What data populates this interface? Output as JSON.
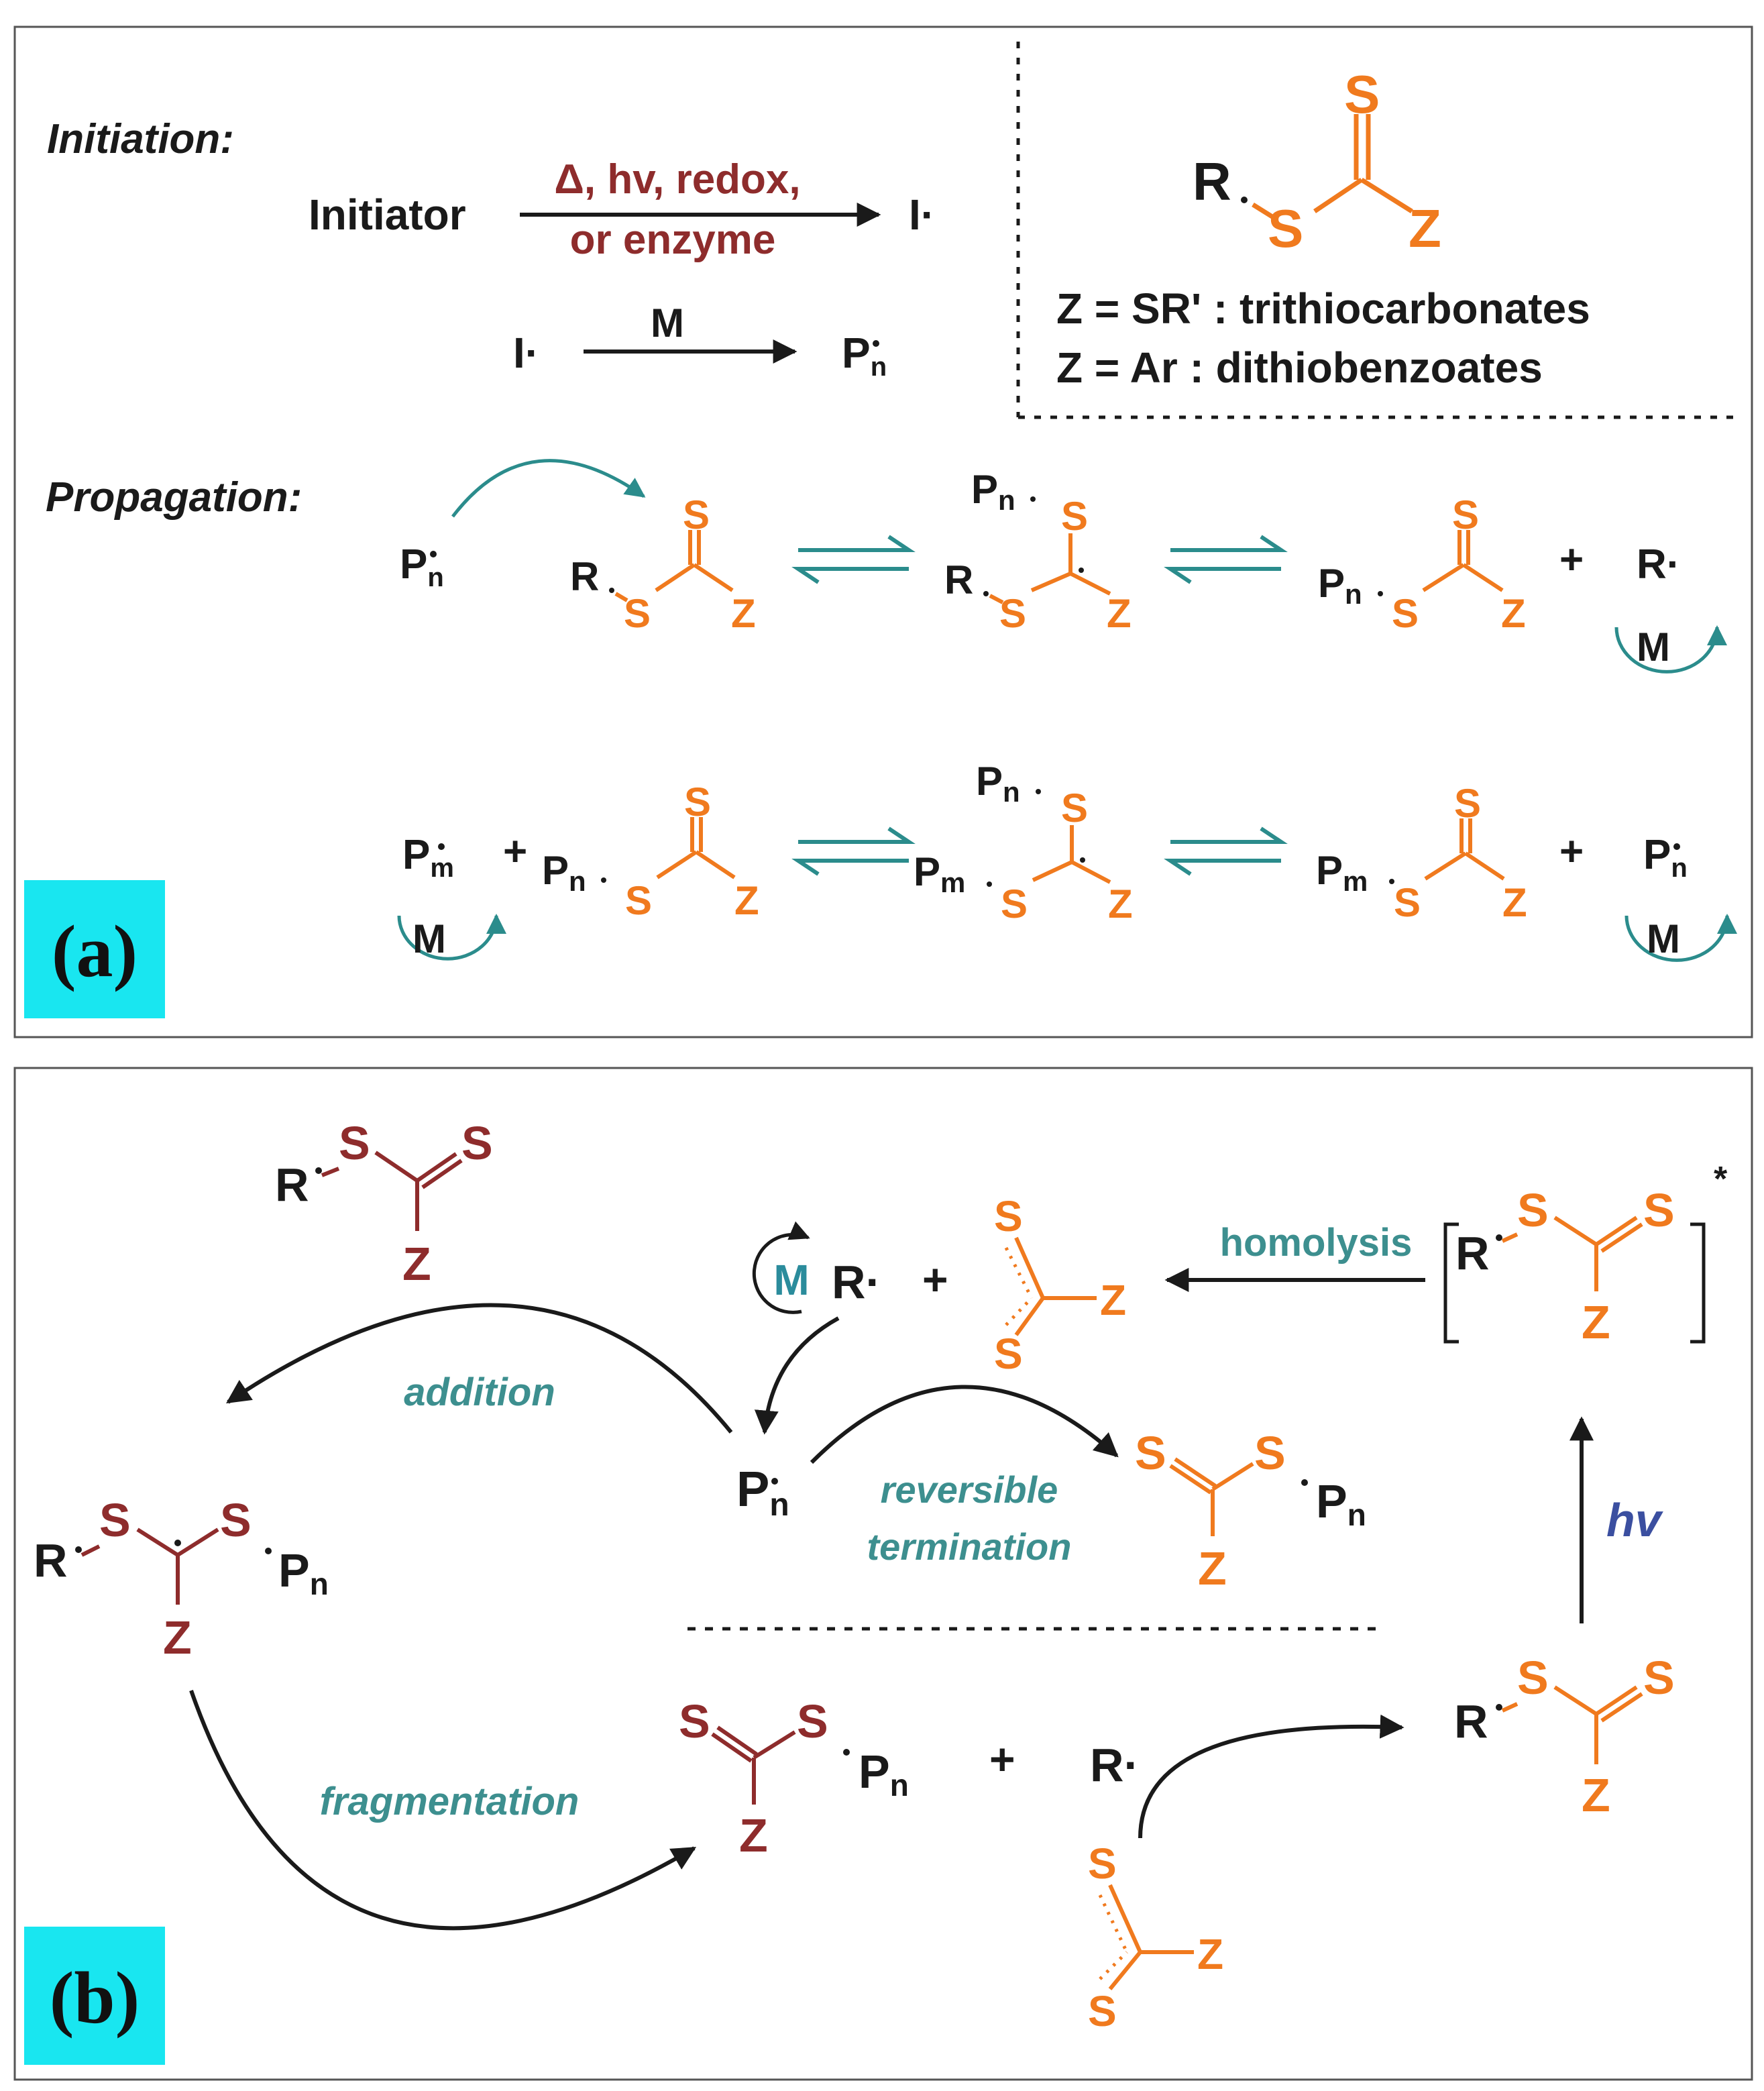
{
  "colors": {
    "black": "#1a1a1a",
    "orange": "#f07a1e",
    "maroon": "#8e2c2c",
    "teal": "#2b8c8c",
    "teal_text": "#3d8f8f",
    "blue": "#3b4fa0",
    "cyan_label_bg": "#19e6f0",
    "frame": "#555555"
  },
  "panel_a": {
    "label": "(a)",
    "initiation": {
      "heading": "Initiation:",
      "initiator": "Initiator",
      "conditions_line1": "Δ, hv, redox,",
      "conditions_line2": "or enzyme",
      "product": "I·",
      "step2_reactant": "I·",
      "step2_monomer": "M",
      "step2_product": "P",
      "step2_product_sub": "n"
    },
    "raft_agent": {
      "R": "R",
      "S_thiocarbonyl": "S",
      "S_thioether": "S",
      "Z": "Z",
      "definition_1": "Z = SR' : trithiocarbonates",
      "definition_2": "Z = Ar : dithiobenzoates"
    },
    "propagation": {
      "heading": "Propagation:",
      "radical_Pn": "P",
      "radical_Pn_sub": "n",
      "R": "R",
      "S": "S",
      "Z": "Z",
      "Pn": "P",
      "Pn_sub": "n",
      "Pm": "P",
      "Pm_sub": "m",
      "plus": "+",
      "R_radical": "R·",
      "monomer": "M"
    }
  },
  "panel_b": {
    "label": "(b)",
    "R": "R",
    "S": "S",
    "Z": "Z",
    "Pn": "P",
    "Pn_sub": "n",
    "plus": "+",
    "R_radical": "R·",
    "monomer": "M",
    "star": "*",
    "step_addition": "addition",
    "step_fragmentation": "fragmentation",
    "step_reversible_1": "reversible",
    "step_reversible_2": "termination",
    "step_homolysis": "homolysis",
    "step_hv": "hv"
  }
}
